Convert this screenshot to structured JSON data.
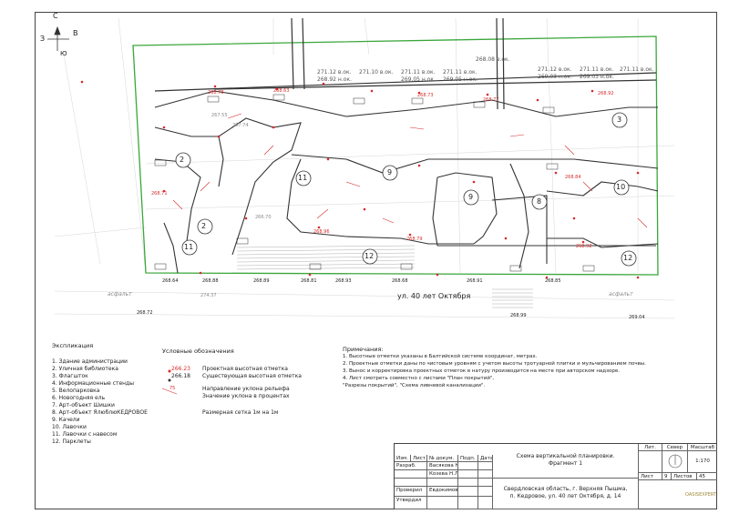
{
  "compass": {
    "north": "С",
    "west": "З",
    "east": "В",
    "south": "Ю"
  },
  "street": "ул. 40 лет Октября",
  "zone_markers": [
    "2",
    "2",
    "11",
    "11",
    "9",
    "9",
    "8",
    "3",
    "10",
    "12",
    "12"
  ],
  "map_labels": {
    "asphalt": "асфальт",
    "elev_tb": [
      "271.12 в.ок.",
      "271.10 в.ок.",
      "271.11 в.ок.",
      "271.11 в.ок.",
      "271.12 в.ок.",
      "271.11 в.ок.",
      "271.11 в.ок."
    ],
    "elev_tn": [
      "268.92 н.ок.",
      "269.05 н.ок.",
      "269.05 н.ок.",
      "268.08 в.ок.",
      "269.03 н.ок.",
      "269.03 н.ок."
    ],
    "existing": [
      "268.64",
      "268.88",
      "268.89",
      "268.81",
      "268.93",
      "268.72",
      "268.99",
      "269.04",
      "268.68",
      "268.91",
      "268.85"
    ],
    "design": [
      "268.78",
      "268.63",
      "268.73",
      "268.77",
      "268.92",
      "268.71",
      "268.96",
      "268.79",
      "268.84",
      "268.92"
    ],
    "arrows": [
      "267.55",
      "267.74",
      "266.70",
      "274.37"
    ]
  },
  "explication": {
    "title": "Экспликация",
    "items": [
      "1. Здание администрации",
      "2. Уличная библиотека",
      "3. Флагшток",
      "4. Информационные стенды",
      "5. Велопарковка",
      "6. Новогодняя ель",
      "7. Арт-объект Шишки",
      "8. Арт-объект ЯлюблюКЕДРОВОЕ",
      "9. Качели",
      "10. Лавочки",
      "11. Лавочки с навесом",
      "12. Парклеты"
    ]
  },
  "conventions": {
    "title": "Условные обозначения",
    "design_value": "266.23",
    "existing_value": "266.18",
    "design_label": "Проектная высотная отметка",
    "existing_label": "Существующая высотная отметка",
    "slope_value": "75",
    "slope_label1": "Направление уклона рельефа",
    "slope_label2": "Значение уклона в процентах",
    "grid_label": "Размерная сетка 1м на 1м"
  },
  "notes": {
    "title": "Примечания:",
    "lines": [
      "1. Высотные отметки указаны в Балтийской системе координат, метрах.",
      "2. Проектные отметки даны по чистовым уровням с учетом высоты тротуарной плитки и мульчированием почвы.",
      "3. Вынос и корректировка проектных отметок в натуру производится на месте при авторском надзоре.",
      "4. Лист смотреть совместно с листами \"План покрытий\",",
      "\"Разрезы покрытий\", \"Схема ливневой канализации\"."
    ]
  },
  "titleblock": {
    "h_izm": "Изм.",
    "h_list": "Лист",
    "h_doc": "№ докум.",
    "h_sign": "Подп.",
    "h_date": "Дата",
    "role1": "Разраб.",
    "person1": "Васякова Н.С.",
    "person2": "Козева Н.Л.",
    "role3": "Проверил",
    "person3": "Евдокимов С.А.",
    "role4": "Утвердил",
    "title1": "Схема вертикальной планировки.",
    "title2": "Фрагмент 1",
    "address1": "Свердловская область, г. Верхняя Пышма,",
    "address2": "п. Кедровое, ул. 40 лет Октября, д. 14",
    "h_lit": "Лит.",
    "h_north": "Север",
    "h_scale": "Масштаб",
    "scale": "1:170",
    "sheet_label": "Лист",
    "sheet_no": "9",
    "sheets_label": "Листов",
    "sheets_total": "45"
  },
  "logo": "OASISEXPERT"
}
